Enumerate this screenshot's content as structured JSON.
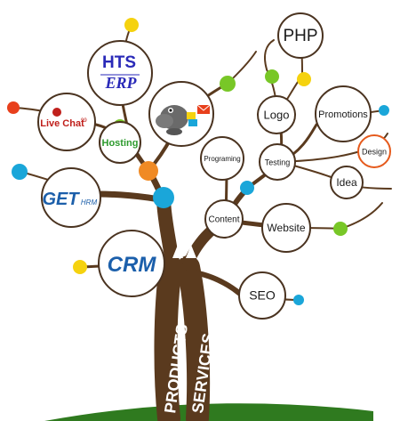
{
  "trunk": {
    "left_label": "PRODUCTS",
    "right_label": "SERVICES"
  },
  "nodes": {
    "php": "PHP",
    "hts": "HTS",
    "erp": "ERP",
    "logo": "Logo",
    "promotions": "Promotions",
    "live_chat": "Live Chat",
    "live_chat_badge": "99",
    "hosting": "Hosting",
    "programing": "Programing",
    "testing": "Testing",
    "design": "Design",
    "idea": "Idea",
    "get_hrm_get": "GET",
    "get_hrm_hrm": "HRM",
    "content": "Content",
    "website": "Website",
    "crm": "CRM",
    "seo": "SEO"
  },
  "colors": {
    "branch": "#5a3a1e",
    "node_border": "#4a3320",
    "yellow_dot": "#f5d20f",
    "green_dot": "#78c727",
    "orange_dot": "#f08a24",
    "blue_dot": "#1aa6d9",
    "red_dot": "#e8401c",
    "ground": "#2f7a1f",
    "design_ring": "#e55a1c",
    "hts_blue": "#2a2ab8",
    "hosting_green": "#2d9a2d",
    "livechat_red": "#c0201c",
    "get_blue": "#1c5faa",
    "crm_blue": "#1b5fab"
  },
  "icons": [
    "hippo-mascot-icon",
    "livechat-bubble-icon",
    "email-envelope-icon"
  ]
}
